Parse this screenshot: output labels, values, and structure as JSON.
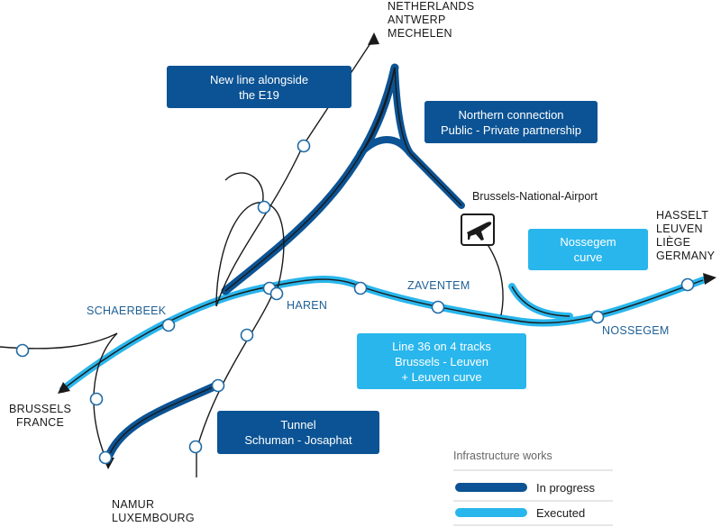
{
  "colors": {
    "in_progress": "#0b5394",
    "executed": "#29b6ec",
    "line": "#1a1a1a",
    "station_text": "#1f5f95"
  },
  "destinations": {
    "north": [
      "NETHERLANDS",
      "ANTWERP",
      "MECHELEN"
    ],
    "east": [
      "HASSELT",
      "LEUVEN",
      "LIÈGE",
      "GERMANY"
    ],
    "southwest": [
      "BRUSSELS",
      "FRANCE"
    ],
    "south": [
      "NAMUR",
      "LUXEMBOURG"
    ]
  },
  "stations": {
    "schaerbeek": "SCHAERBEEK",
    "haren": "HAREN",
    "zaventem": "ZAVENTEM",
    "nossegem": "NOSSEGEM"
  },
  "airport": {
    "label": "Brussels-National-Airport",
    "icon": "airplane-icon"
  },
  "boxes": {
    "new_line": [
      "New line alongside",
      "the E19"
    ],
    "northern_connection": [
      "Northern connection",
      "Public - Private partnership"
    ],
    "nossegem_curve": [
      "Nossegem",
      "curve"
    ],
    "line36": [
      "Line 36 on 4 tracks",
      "Brussels - Leuven",
      "+ Leuven curve"
    ],
    "tunnel": [
      "Tunnel",
      "Schuman - Josaphat"
    ]
  },
  "legend": {
    "title": "Infrastructure works",
    "in_progress": "In progress",
    "executed": "Executed"
  }
}
